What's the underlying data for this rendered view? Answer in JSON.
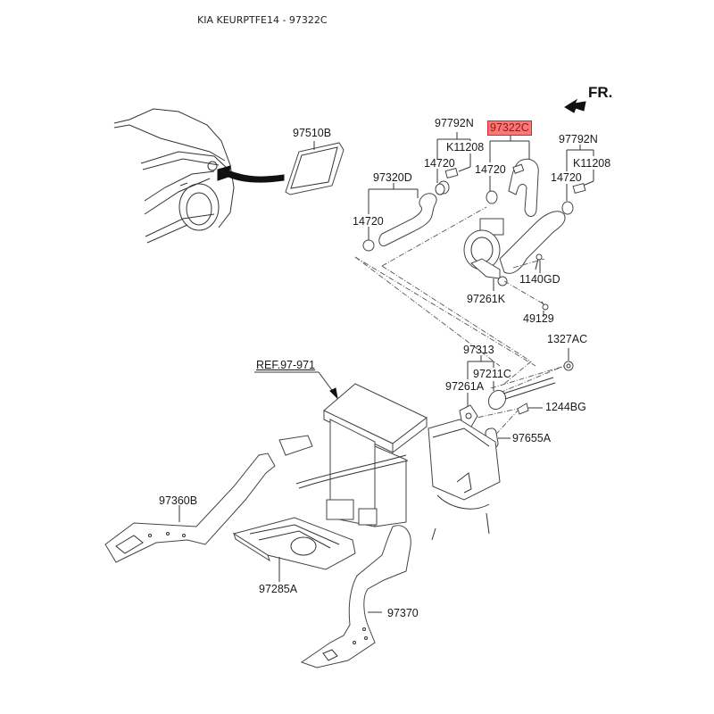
{
  "title": "KIA KEURPTFE14 - 97322C",
  "direction_indicator": {
    "label": "FR.",
    "icon": "arrow-front-icon"
  },
  "highlight_color": "#f77a7a",
  "highlight_border_color": "#e02424",
  "labels": {
    "p97510B": "97510B",
    "p97792N_left": "97792N",
    "pK11208_left": "K11208",
    "p14720_left_top": "14720",
    "p97322C": "97322C",
    "p14720_center": "14720",
    "p97792N_right": "97792N",
    "pK11208_right": "K11208",
    "p14720_right": "14720",
    "p97320D": "97320D",
    "p14720_left_bottom": "14720",
    "p1140GD": "1140GD",
    "p97261K": "97261K",
    "p49129": "49129",
    "p1327AC": "1327AC",
    "p97313": "97313",
    "p97211C": "97211C",
    "p97261A": "97261A",
    "p1244BG": "1244BG",
    "p97655A": "97655A",
    "ref": "REF.97-971",
    "p97360B": "97360B",
    "p97285A": "97285A",
    "p97370": "97370"
  },
  "selected_part": "97322C"
}
